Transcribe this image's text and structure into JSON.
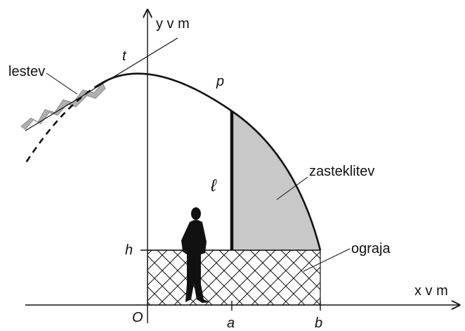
{
  "labels": {
    "y_axis": "y v m",
    "x_axis": "x v m",
    "origin": "O",
    "tangent": "t",
    "curve": "p",
    "ladder": "lestev",
    "glazing": "zasteklitev",
    "fence": "ograja",
    "height": "h",
    "x_a": "a",
    "x_b": "b",
    "segment": "ℓ"
  },
  "colors": {
    "glazing_fill": "#c8c8c8",
    "ladder_fill": "#b0b0b0",
    "ink": "#111111"
  }
}
